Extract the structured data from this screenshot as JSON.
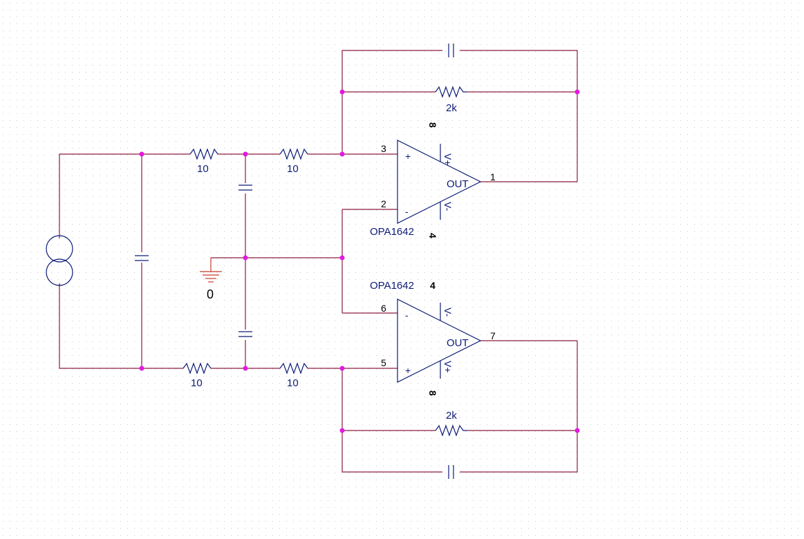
{
  "schematic": {
    "resistors": {
      "r_in_top_1": "10",
      "r_in_top_2": "10",
      "r_in_bot_1": "10",
      "r_in_bot_2": "10",
      "r_fb_top": "2k",
      "r_fb_bot": "2k"
    },
    "ground_label": "0",
    "opamp_top": {
      "part": "OPA1642",
      "pin_noninv": "3",
      "pin_inv": "2",
      "pin_out": "1",
      "pin_vpos": "8",
      "pin_vneg": "4",
      "plus_sign": "+",
      "minus_sign": "-",
      "out_label": "OUT",
      "vpos_label": "V+",
      "vneg_label": "V-"
    },
    "opamp_bot": {
      "part": "OPA1642",
      "pin_inv": "6",
      "pin_noninv": "5",
      "pin_out": "7",
      "pin_vpos": "8",
      "pin_vneg": "4",
      "plus_sign": "+",
      "minus_sign": "-",
      "out_label": "OUT",
      "vpos_label": "V+",
      "vneg_label": "V-"
    }
  },
  "colors": {
    "wire": "#8c1c3c",
    "component": "#0c1a78",
    "junction": "#e21adf",
    "grid_dot": "#c8c8c8"
  }
}
